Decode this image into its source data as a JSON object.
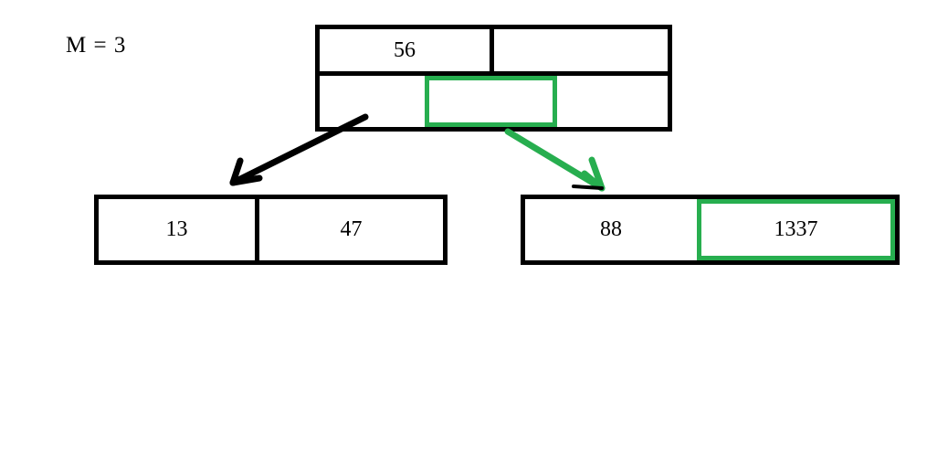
{
  "diagram": {
    "title_label": "M = 3",
    "colors": {
      "stroke": "#000000",
      "highlight": "#27ae4f",
      "background": "#ffffff"
    },
    "root": {
      "name": "root-node",
      "keys": [
        "56",
        ""
      ],
      "pointers": [
        {
          "label": "",
          "highlighted": false
        },
        {
          "label": "",
          "highlighted": true
        },
        {
          "label": "",
          "highlighted": false
        }
      ]
    },
    "leaves": [
      {
        "name": "leaf-left",
        "cells": [
          {
            "label": "13",
            "highlighted": false
          },
          {
            "label": "47",
            "highlighted": false
          }
        ]
      },
      {
        "name": "leaf-right",
        "cells": [
          {
            "label": "88",
            "highlighted": false
          },
          {
            "label": "1337",
            "highlighted": true
          }
        ]
      }
    ],
    "arrows": [
      {
        "name": "arrow-root-to-left-leaf",
        "color": "#000000"
      },
      {
        "name": "arrow-root-to-right-leaf",
        "color": "#27ae4f"
      }
    ]
  }
}
